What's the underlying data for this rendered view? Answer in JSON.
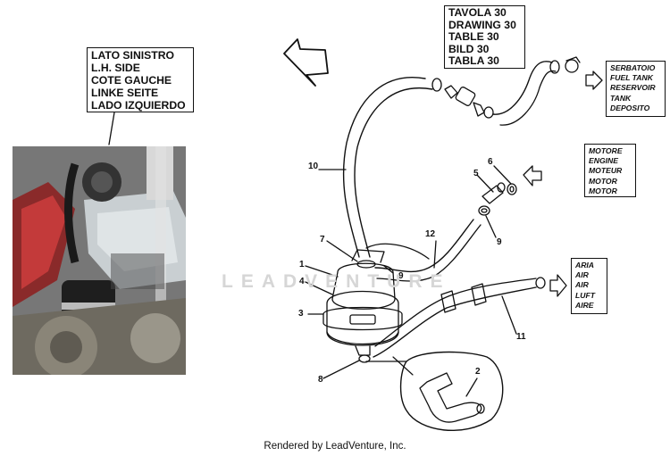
{
  "left_side_label": [
    "LATO SINISTRO",
    "L.H. SIDE",
    "COTE GAUCHE",
    "LINKE SEITE",
    "LADO IZQUIERDO"
  ],
  "drawing_label": [
    "TAVOLA 30",
    "DRAWING 30",
    "TABLE 30",
    "BILD 30",
    "TABLA 30"
  ],
  "fuel_tank_label": [
    "SERBATOIO",
    "FUEL TANK",
    "RESERVOIR",
    "TANK",
    "DEPOSITO"
  ],
  "engine_label": [
    "MOTORE",
    "ENGINE",
    "MOTEUR",
    "MOTOR",
    "MOTOR"
  ],
  "air_label": [
    "ARIA",
    "AIR",
    "AIR",
    "LUFT",
    "AIRE"
  ],
  "callouts": [
    "1",
    "2",
    "3",
    "4",
    "5",
    "6",
    "7",
    "8",
    "9",
    "9",
    "10",
    "11",
    "12"
  ],
  "watermark": "LEADVENTURE",
  "footer": "Rendered by LeadVenture, Inc."
}
